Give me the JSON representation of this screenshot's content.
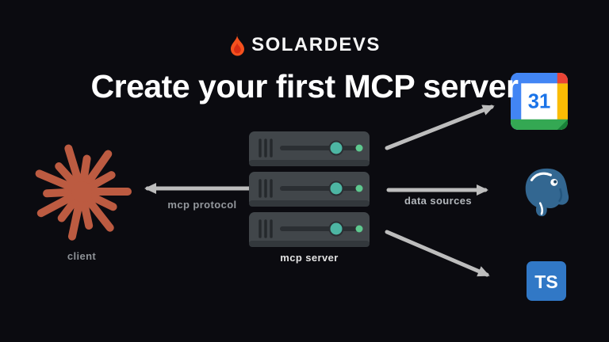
{
  "brand": {
    "name": "SOLARDEVS"
  },
  "hero": {
    "title": "Create your first MCP server"
  },
  "diagram": {
    "client": {
      "label": "client"
    },
    "server": {
      "label": "mcp server"
    },
    "protocol_label": "mcp protocol",
    "data_sources_label": "data sources",
    "targets": {
      "calendar_day": "31",
      "typescript_label": "TS"
    }
  },
  "colors": {
    "background": "#0b0b10",
    "flame_orange": "#f4511e",
    "starburst_terracotta": "#bc5b41",
    "arrow_gray": "#bdbdbd",
    "server_body": "#41464a",
    "knob_teal": "#4db6a3",
    "dot_green": "#5ec98f",
    "calendar_blue": "#4285f4",
    "calendar_yellow": "#fbbc04",
    "calendar_green": "#34a853",
    "postgres_blue": "#336791",
    "typescript_blue": "#3178c6"
  }
}
